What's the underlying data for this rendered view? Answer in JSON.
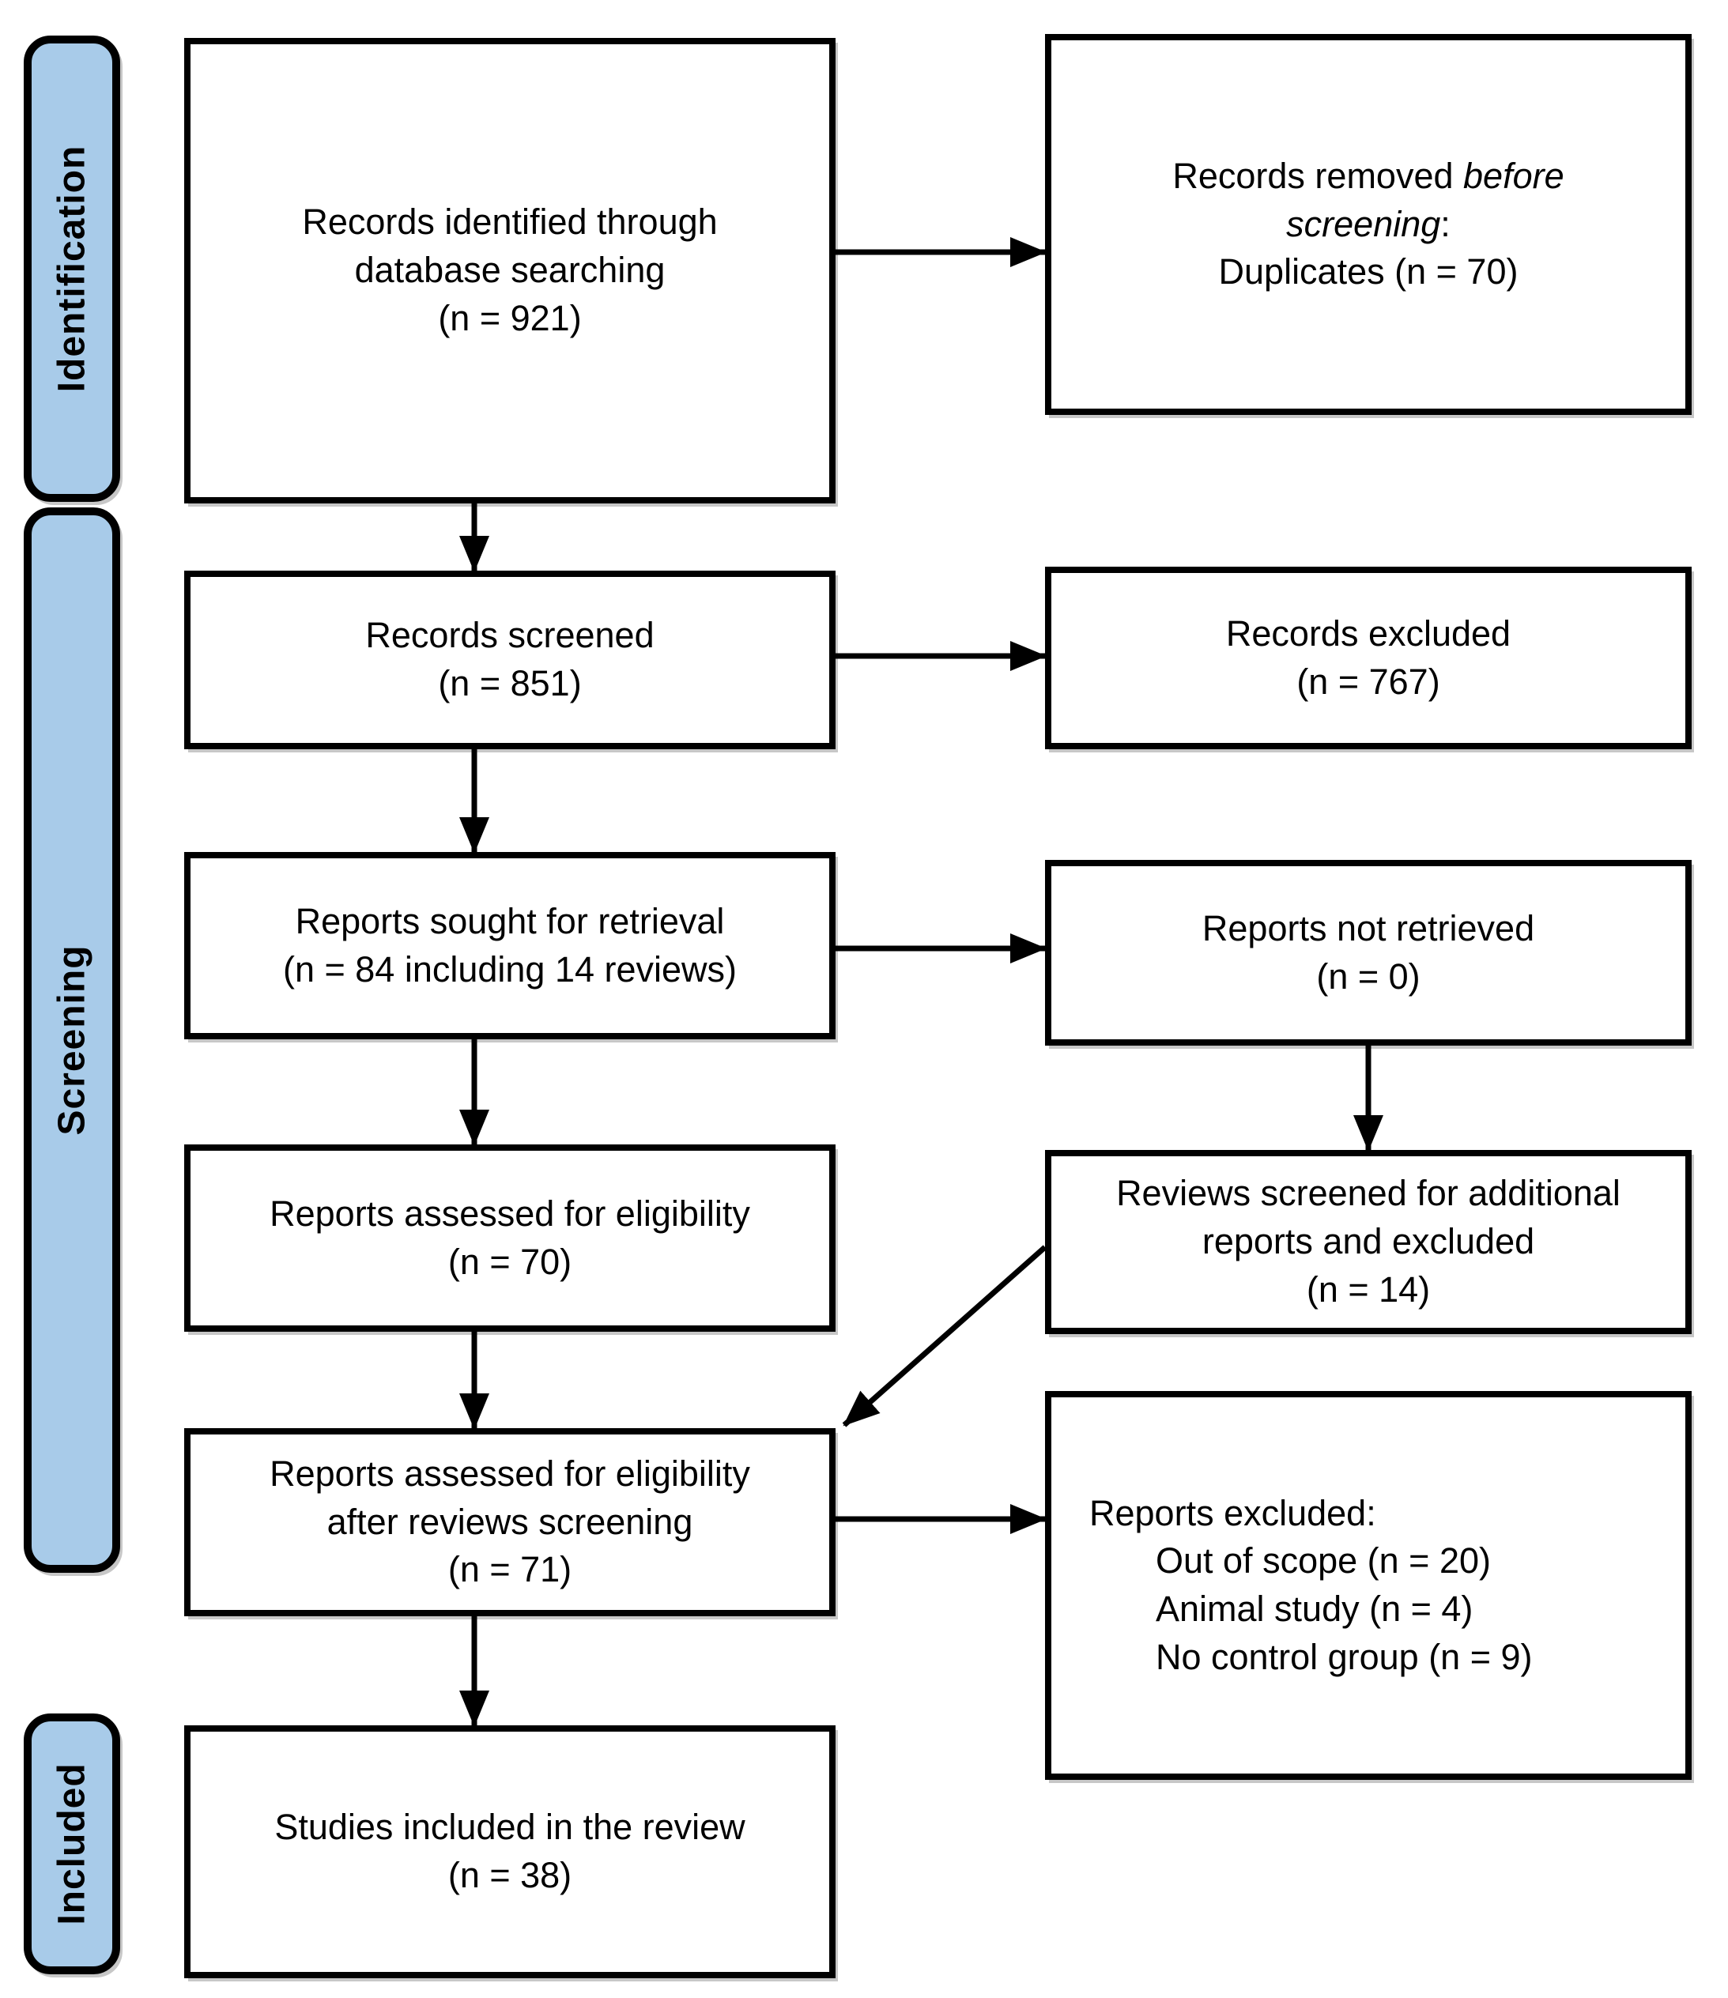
{
  "colors": {
    "background": "#ffffff",
    "stage_fill": "#a8cbe9",
    "line": "#000000",
    "arrow": "#000000",
    "text": "#000000"
  },
  "stages": [
    {
      "label": "Identification"
    },
    {
      "label": "Screening"
    },
    {
      "label": "Included"
    }
  ],
  "boxes": {
    "identified": {
      "lines": [
        "Records identified through",
        "database searching",
        "(n = 921)"
      ]
    },
    "removed": {
      "l1_normal": "Records removed ",
      "l1_italic": "before",
      "l2_italic": "screening",
      "l2_colon": ":",
      "l3": "Duplicates (n = 70)"
    },
    "screened": {
      "lines": [
        "Records screened",
        "(n = 851)"
      ]
    },
    "excluded": {
      "lines": [
        "Records excluded",
        "(n = 767)"
      ]
    },
    "sought": {
      "lines": [
        "Reports sought for retrieval",
        "(n = 84 including 14 reviews)"
      ]
    },
    "not_retrieved": {
      "lines": [
        "Reports not retrieved",
        "(n = 0)"
      ]
    },
    "assessed": {
      "lines": [
        "Reports assessed for eligibility",
        "(n = 70)"
      ]
    },
    "reviews_screened": {
      "lines": [
        "Reviews screened for additional",
        "reports and excluded",
        "(n = 14)"
      ]
    },
    "assessed_after": {
      "lines": [
        "Reports assessed for eligibility",
        "after reviews screening",
        "(n = 71)"
      ]
    },
    "reports_excluded": {
      "title": "Reports excluded:",
      "items": [
        "Out of scope (n = 20)",
        "Animal study (n = 4)",
        "No control group (n = 9)"
      ]
    },
    "included_studies": {
      "lines": [
        "Studies included in the review",
        "(n = 38)"
      ]
    }
  }
}
